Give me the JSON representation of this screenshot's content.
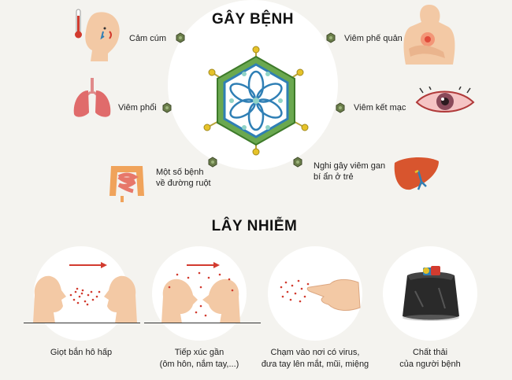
{
  "diseases": {
    "title": "GÂY BỆNH",
    "items": [
      {
        "id": "flu",
        "label": "Cảm cúm",
        "icon": "fever-face-icon"
      },
      {
        "id": "bronchitis",
        "label": "Viêm phế quản",
        "icon": "chest-pain-icon"
      },
      {
        "id": "pneumonia",
        "label": "Viêm phổi",
        "icon": "lungs-icon"
      },
      {
        "id": "conjunctivitis",
        "label": "Viêm kết mạc",
        "icon": "red-eye-icon"
      },
      {
        "id": "intestinal",
        "label_lines": [
          "Một số bệnh",
          "về đường ruột"
        ],
        "icon": "intestines-icon"
      },
      {
        "id": "hepatitis",
        "label_lines": [
          "Nghi gây viêm gan",
          "bí ẩn ở trẻ"
        ],
        "icon": "liver-icon"
      }
    ]
  },
  "transmission": {
    "title": "LÂY NHIỄM",
    "items": [
      {
        "id": "droplets",
        "caption_lines": [
          "Giọt bắn hô hấp"
        ],
        "icon": "droplet-spread-icon"
      },
      {
        "id": "contact",
        "caption_lines": [
          "Tiếp xúc gần",
          "(ôm hôn, nắm tay,...)"
        ],
        "icon": "close-contact-icon"
      },
      {
        "id": "touch",
        "caption_lines": [
          "Chạm vào nơi có virus,",
          "đưa tay lên mắt, mũi, miệng"
        ],
        "icon": "hand-touch-icon"
      },
      {
        "id": "waste",
        "caption_lines": [
          "Chất thải",
          "của người bệnh"
        ],
        "icon": "trash-bag-icon"
      }
    ]
  },
  "colors": {
    "background": "#f4f3ef",
    "virus_green": "#6aa84f",
    "virus_blue": "#2f7fb5",
    "spike_yellow": "#e6c229",
    "arrow_red": "#d23b2f",
    "skin": "#f3c9a5"
  }
}
